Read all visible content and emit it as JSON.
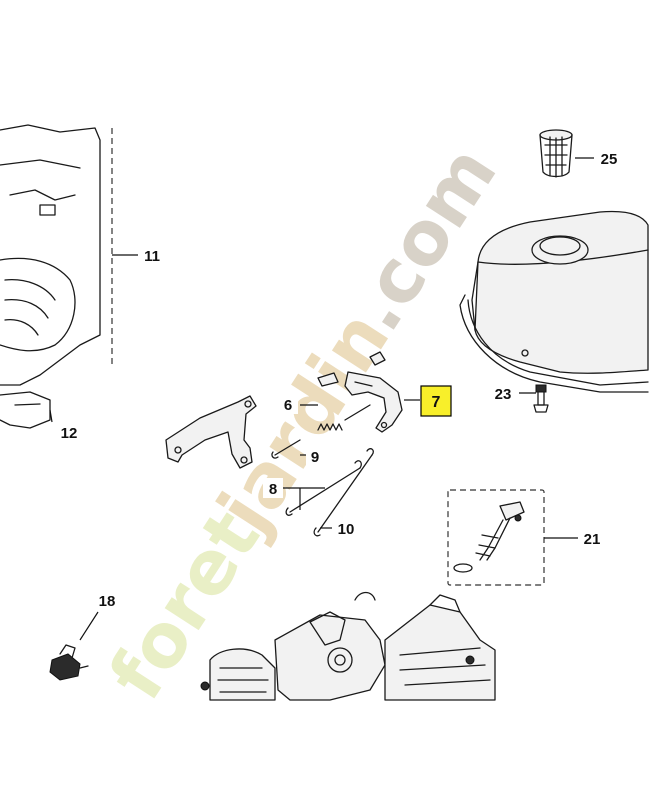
{
  "diagram": {
    "highlighted_part": "7",
    "callouts": [
      "11",
      "12",
      "6",
      "7",
      "9",
      "8",
      "10",
      "25",
      "23",
      "21",
      "18"
    ]
  },
  "watermark": {
    "text_part1": "foret",
    "text_part2": "jardin",
    "text_part3": ".com",
    "color_part1": "#e9efc6",
    "color_part2": "#ecdcbc",
    "color_part3": "#d8d2c8"
  }
}
